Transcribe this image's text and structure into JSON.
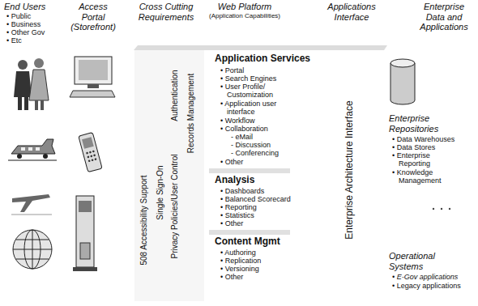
{
  "diagram": {
    "labels": [
      "End Users",
      "• Public",
      "• Business",
      "• Other Gov",
      "• Etc",
      "Access Portal (Storefront)",
      "Cross Cutting Requirements",
      "Web Platform",
      "(Application Capabilities)",
      "Applications Interface",
      "Enterprise Data and Applications",
      "508 Accessibility Support",
      "Single Sign-On",
      "Authentication",
      "Privacy Policies/User Control",
      "Records Management",
      "Application Services",
      "• Portal",
      "• Search Engines",
      "• User Profile/ Customization",
      "• Application user interface",
      "• Workflow",
      "• Collaboration",
      "- eMail",
      "- Discussion",
      "- Conferencing",
      "• Other",
      "Analysis",
      "• Dashboards",
      "• Balanced Scorecard",
      "• Reporting",
      "• Statistics",
      "• Other",
      "Content Mgmt",
      "• Authoring",
      "• Replication",
      "• Versioning",
      "• Other",
      "Enterprise Architecture Interface",
      "Enterprise Repositories",
      "• Data Warehouses",
      "• Data Stores",
      "• Enterprise Reporting",
      "• Knowledge Management",
      "Operational Systems",
      "• E-Gov applications",
      "• Legacy applications"
    ]
  }
}
